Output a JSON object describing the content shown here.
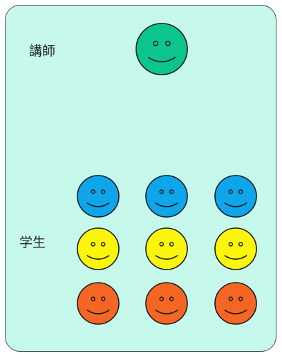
{
  "labels": {
    "teacher": "講師",
    "students": "学生"
  },
  "colors": {
    "panel_background": "#c6f8ec",
    "panel_border": "#4a4a4a",
    "teacher_face": "#0bc48e",
    "student_row_1": "#0ea5ea",
    "student_row_2": "#fbf50d",
    "student_row_3": "#f56624",
    "face_outline": "#1a1a1a"
  },
  "teacher": {
    "count": 1,
    "icon": "smiley-face-icon"
  },
  "students": {
    "rows": 3,
    "columns": 3,
    "icon": "smiley-face-icon"
  }
}
